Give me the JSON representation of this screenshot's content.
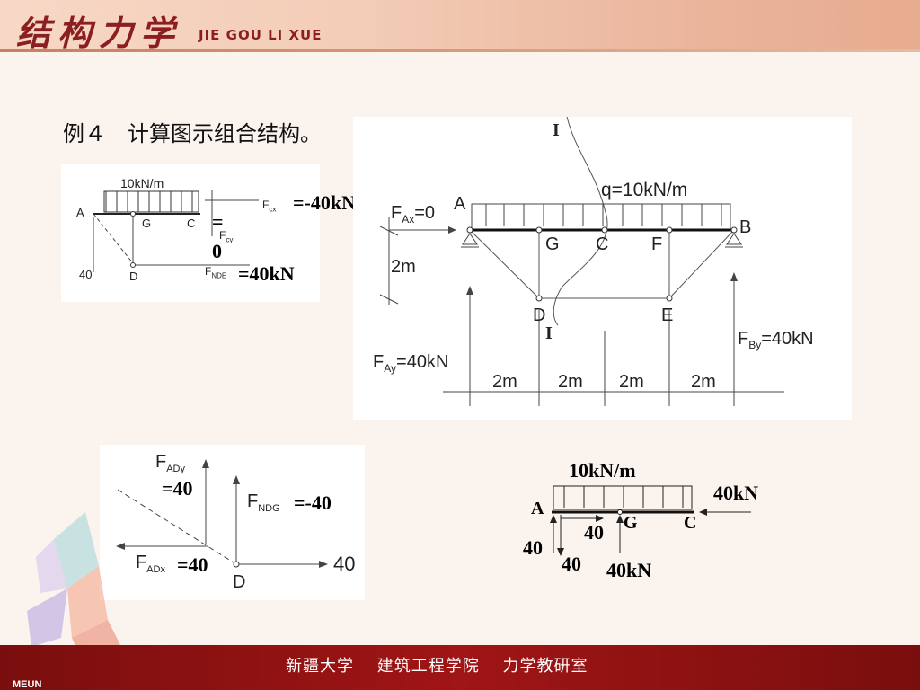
{
  "header": {
    "logo_cn": "结构力学",
    "logo_en": "JIE GOU LI XUE"
  },
  "problem": {
    "text": "例４　计算图示组合结构。"
  },
  "fig1": {
    "load": "10kN/m",
    "A": "A",
    "G": "G",
    "C": "C",
    "D": "D",
    "left_value": "40",
    "F_cx": "F",
    "F_cx_sub": "cx",
    "F_cy": "F",
    "F_cy_sub": "cy",
    "F_nde": "F",
    "F_nde_sub": "NDE",
    "fcx_value": "=-40kN",
    "fcy_eq": "=",
    "fcy_value": "0",
    "fnde_value": "=40kN"
  },
  "fig2": {
    "section_top": "I",
    "section_bottom": "I",
    "fax": "F",
    "fax_sub": "Ax",
    "fax_val": "=0",
    "load": "q=10kN/m",
    "A": "A",
    "G": "G",
    "C": "C",
    "F": "F",
    "B": "B",
    "D": "D",
    "E": "E",
    "height": "2m",
    "fay": "F",
    "fay_sub": "Ay",
    "fay_val": "=40kN",
    "fby": "F",
    "fby_sub": "By",
    "fby_val": "=40kN",
    "spans": [
      "2m",
      "2m",
      "2m",
      "2m"
    ]
  },
  "fig3": {
    "fady": "F",
    "fady_sub": "ADy",
    "fady_val": "=40",
    "fndg": "F",
    "fndg_sub": "NDG",
    "fndg_val": "=-40",
    "fadx": "F",
    "fadx_sub": "ADx",
    "fadx_val": "=40",
    "right_val": "40",
    "D": "D"
  },
  "fig4": {
    "load": "10kN/m",
    "A": "A",
    "G": "G",
    "C": "C",
    "right_force": "40kN",
    "v40": "40",
    "h40": "40",
    "mid40": "40",
    "bottom": "40kN"
  },
  "footer": {
    "text": "新疆大学　 建筑工程学院　 力学教研室",
    "menu": "MEUN"
  },
  "colors": {
    "header": "#f3ccb6",
    "footer": "#a01515",
    "logo": "#8b1f1f",
    "background": "#fbf3ee"
  }
}
